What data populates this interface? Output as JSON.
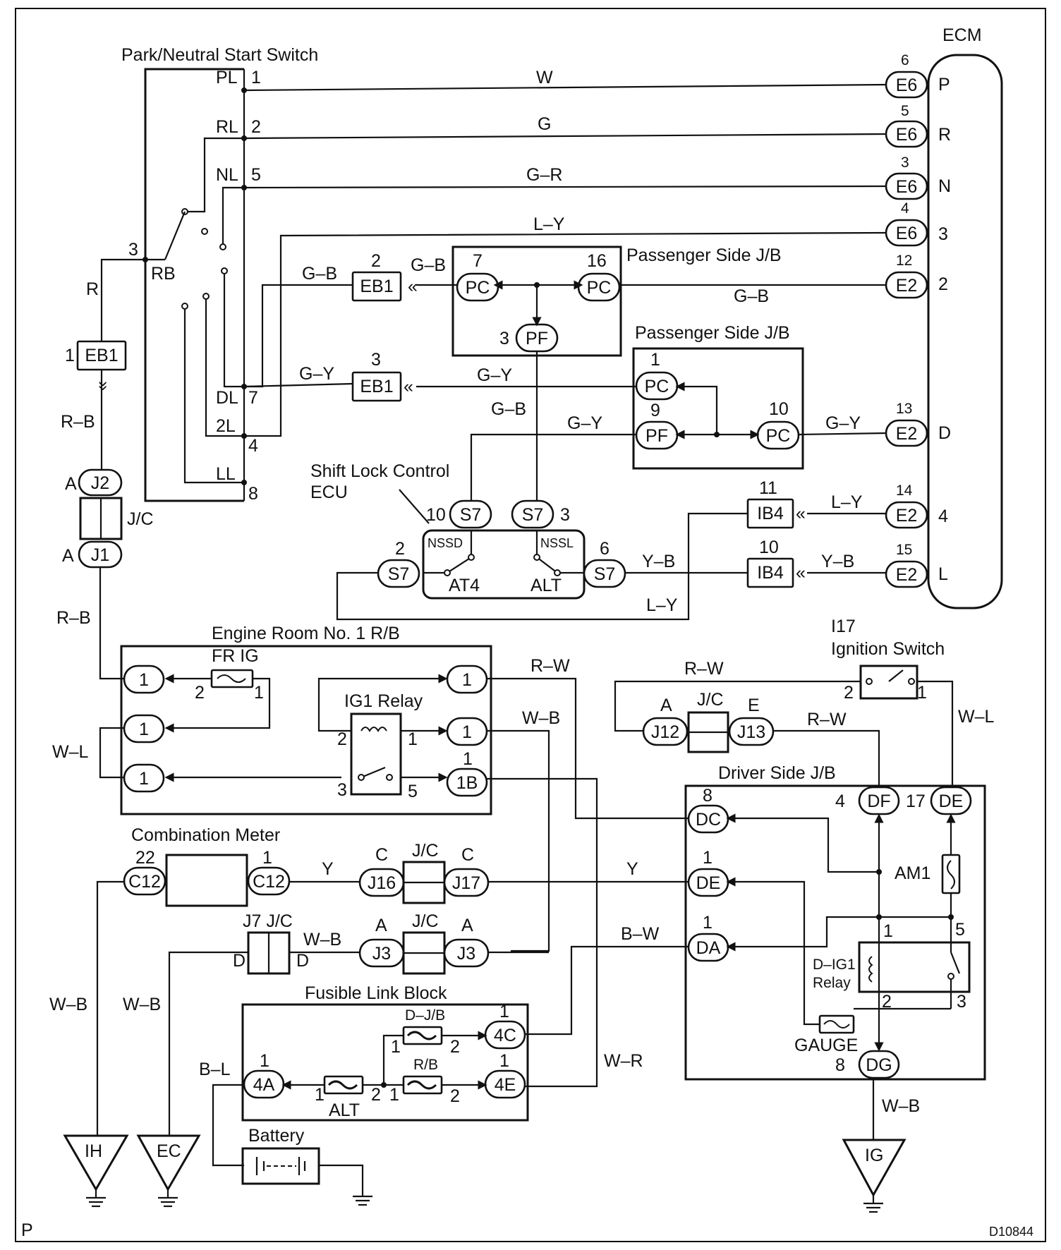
{
  "titles": {
    "park_neutral_switch": "Park/Neutral Start Switch",
    "ecm": "ECM",
    "passenger_jb_1": "Passenger Side J/B",
    "passenger_jb_2": "Passenger Side J/B",
    "shift_lock_ecu_1": "Shift Lock Control",
    "shift_lock_ecu_2": "ECU",
    "engine_room_rb": "Engine Room No. 1 R/B",
    "fr_ig": "FR IG",
    "ig1_relay": "IG1 Relay",
    "ignition_switch_code": "I17",
    "ignition_switch": "Ignition Switch",
    "driver_jb": "Driver Side J/B",
    "combination_meter": "Combination Meter",
    "fusible_link_block": "Fusible Link Block",
    "battery": "Battery",
    "am1": "AM1",
    "d_ig1_relay_1": "D–IG1",
    "d_ig1_relay_2": "Relay",
    "gauge": "GAUGE",
    "alt_fuse": "ALT",
    "d_jb_fuse": "D–J/B",
    "rb_fuse": "R/B",
    "nssd": "NSSD",
    "nssl": "NSSL",
    "at4": "AT4",
    "alt_sw": "ALT",
    "rb_terminal": "RB"
  },
  "switch_positions": {
    "pl": "PL",
    "rl": "RL",
    "nl": "NL",
    "dl": "DL",
    "l2": "2L",
    "ll": "LL"
  },
  "ecm_pins": {
    "p": "P",
    "r": "R",
    "n": "N",
    "t3": "3",
    "t2": "2",
    "d": "D",
    "t4": "4",
    "l": "L"
  },
  "connectors": {
    "e6": "E6",
    "e2": "E2",
    "eb1": "EB1",
    "pc": "PC",
    "pf": "PF",
    "s7": "S7",
    "ib4": "IB4",
    "j1": "J1",
    "j2": "J2",
    "j3": "J3",
    "j7": "J7",
    "j12": "J12",
    "j13": "J13",
    "j16": "J16",
    "j17": "J17",
    "c12": "C12",
    "dc": "DC",
    "de": "DE",
    "da": "DA",
    "df": "DF",
    "dg": "DG",
    "c1": "1",
    "c1b": "1B",
    "c4a": "4A",
    "c4c": "4C",
    "c4e": "4E"
  },
  "jc_labels": {
    "jc": "J/C",
    "j7_jc": "J7 J/C"
  },
  "connector_letters": {
    "a": "A",
    "c": "C",
    "d": "D",
    "e": "E"
  },
  "wire_colors": {
    "w": "W",
    "g": "G",
    "g_r": "G–R",
    "l_y": "L–Y",
    "g_b": "G–B",
    "g_y": "G–Y",
    "y_b": "Y–B",
    "r": "R",
    "r_b": "R–B",
    "r_w": "R–W",
    "w_b": "W–B",
    "w_l": "W–L",
    "y": "Y",
    "b_w": "B–W",
    "w_r": "W–R",
    "b_l": "B–L"
  },
  "pin_numbers": {
    "n1": "1",
    "n2": "2",
    "n3": "3",
    "n4": "4",
    "n5": "5",
    "n6": "6",
    "n7": "7",
    "n8": "8",
    "n9": "9",
    "n10": "10",
    "n11": "11",
    "n12": "12",
    "n13": "13",
    "n14": "14",
    "n15": "15",
    "n16": "16",
    "n17": "17",
    "n22": "22"
  },
  "grounds": {
    "ih": "IH",
    "ec": "EC",
    "ig": "IG"
  },
  "footer": {
    "left": "P",
    "code": "D10844"
  }
}
